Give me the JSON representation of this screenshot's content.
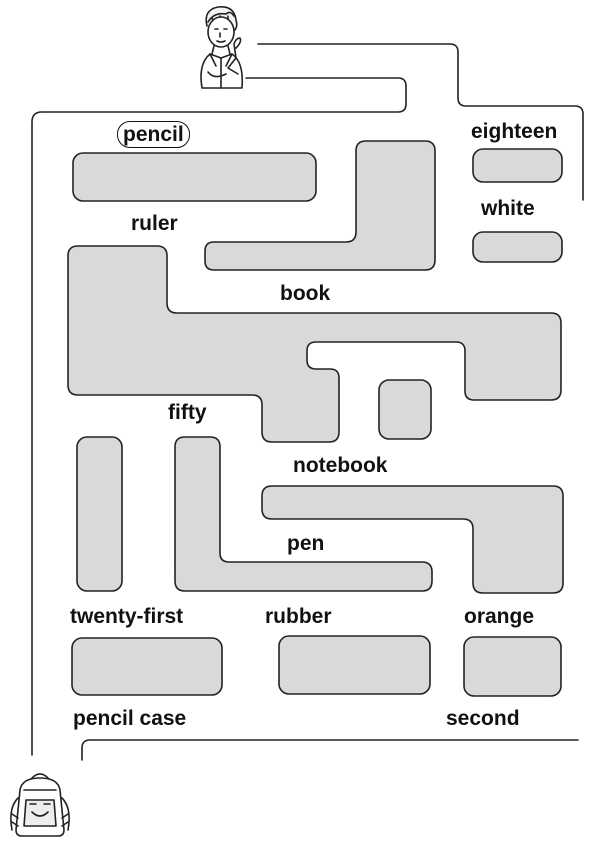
{
  "words": {
    "pencil": "pencil",
    "eighteen": "eighteen",
    "white": "white",
    "ruler": "ruler",
    "book": "book",
    "fifty": "fifty",
    "notebook": "notebook",
    "pen": "pen",
    "twenty_first": "twenty-first",
    "rubber": "rubber",
    "orange": "orange",
    "pencil_case": "pencil case",
    "second": "second"
  },
  "icons": {
    "start": "boy-icon",
    "finish": "schoolbag-icon"
  },
  "colors": {
    "block_fill": "#d9d9d9",
    "line": "#222222"
  }
}
